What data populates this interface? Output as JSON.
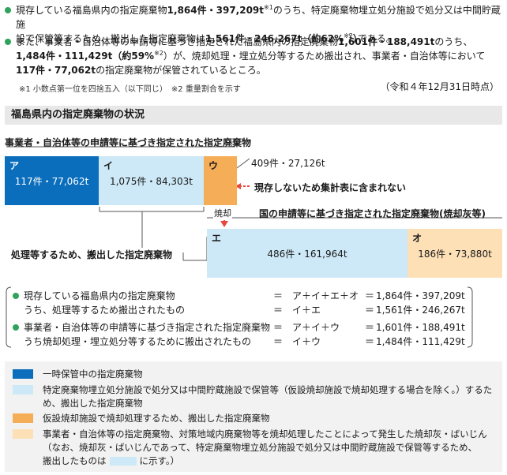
{
  "intro": {
    "line1_a": "現存している福島県内の指定廃棄物",
    "line1_b": "1,864件・397,209t",
    "line1_sup": "※1",
    "line1_c": "のうち、特定廃棄物埋立処分施設で処分又は中間貯蔵施",
    "line1_d": "設で保管等するため、搬出した指定廃棄物は",
    "line1_e": "1,561件・246,267t",
    "line1_f": "（約62%",
    "line1_sup2": "※2",
    "line1_g": "）である。",
    "line2_a": "また、事業者・自治体等の申請等に基づき指定された福島県内の指定廃棄物",
    "line2_b": "1,601件・188,491t",
    "line2_c": "のうち、",
    "line2_d": "1,484件・111,429t",
    "line2_e": "（約59%",
    "line2_sup": "※2",
    "line2_f": "）が、焼却処理・埋立処分等するため搬出され、事業者・自治体等において",
    "line2_g": "117件・77,062t",
    "line2_h": "の指定廃棄物が保管されているところ。",
    "note1": "※1 小数点第一位を四捨五入（以下同じ）　※2 重量割合を示す",
    "date": "（令和４年12月31日時点）"
  },
  "section_title": "福島県内の指定廃棄物の状況",
  "diagram": {
    "group1_label": "事業者・自治体等の申請等に基づき指定された指定廃棄物",
    "box_a": {
      "tag": "ア",
      "value": "117件・77,062t"
    },
    "box_i": {
      "tag": "イ",
      "value": "1,075件・84,303t"
    },
    "box_u": {
      "tag": "ウ",
      "value": ""
    },
    "u_callout": "409件・27,126t",
    "u_note": "現存しないため集計表に含まれない",
    "burn_label": "焼却",
    "group2_label": "国の申請等に基づき指定された指定廃棄物(焼却灰等)",
    "box_e": {
      "tag": "エ",
      "value": "486件・161,964t"
    },
    "box_o": {
      "tag": "オ",
      "value": "186件・73,880t"
    },
    "carried_label": "処理等するため、搬出した指定廃棄物"
  },
  "summary": [
    {
      "label": "現存している福島県内の指定廃棄物",
      "eq": "＝",
      "formula": "ア＋イ＋エ＋オ",
      "eq2": "＝",
      "value": "1,864件・397,209t",
      "bullet": true
    },
    {
      "label": "うち、処理等するため搬出されたもの",
      "eq": "＝",
      "formula": "イ＋エ",
      "eq2": "＝",
      "value": "1,561件・246,267t",
      "bullet": false
    },
    {
      "label": "事業者・自治体等の申請等に基づき指定された指定廃棄物",
      "eq": "＝",
      "formula": "ア＋イ＋ウ",
      "eq2": "＝",
      "value": "1,601件・188,491t",
      "bullet": true
    },
    {
      "label": "うち焼却処理・埋立処分等するために搬出されたもの",
      "eq": "＝",
      "formula": "イ＋ウ",
      "eq2": "＝",
      "value": "1,484件・111,429t",
      "bullet": false
    }
  ],
  "legend": [
    {
      "color": "#0a6ebd",
      "text": "一時保管中の指定廃棄物"
    },
    {
      "color": "#cde9f7",
      "text": "特定廃棄物埋立処分施設で処分又は中間貯蔵施設で保管等（仮設焼却施設で焼却処理する場合を除く。）するため、搬出した指定廃棄物"
    },
    {
      "color": "#f5ad57",
      "text": "仮設焼却施設で焼却処理するため、搬出した指定廃棄物"
    },
    {
      "color": "#fde0b6",
      "text_a": "事業者・自治体等の指定廃棄物、対策地域内廃棄物等を焼却処理したことによって発生した焼却灰・ばいじん",
      "text_b": "（なお、焼却灰・ばいじんであって、特定廃棄物埋立処分施設で処分又は中間貯蔵施設で保管等するため、",
      "text_c": "搬出したものは",
      "text_d": "に示す。）"
    }
  ],
  "colors": {
    "dark_blue": "#0a6ebd",
    "light_blue": "#cde9f7",
    "orange": "#f5ad57",
    "peach": "#fde0b6",
    "green": "#2fa35b",
    "red": "#e8473e"
  }
}
